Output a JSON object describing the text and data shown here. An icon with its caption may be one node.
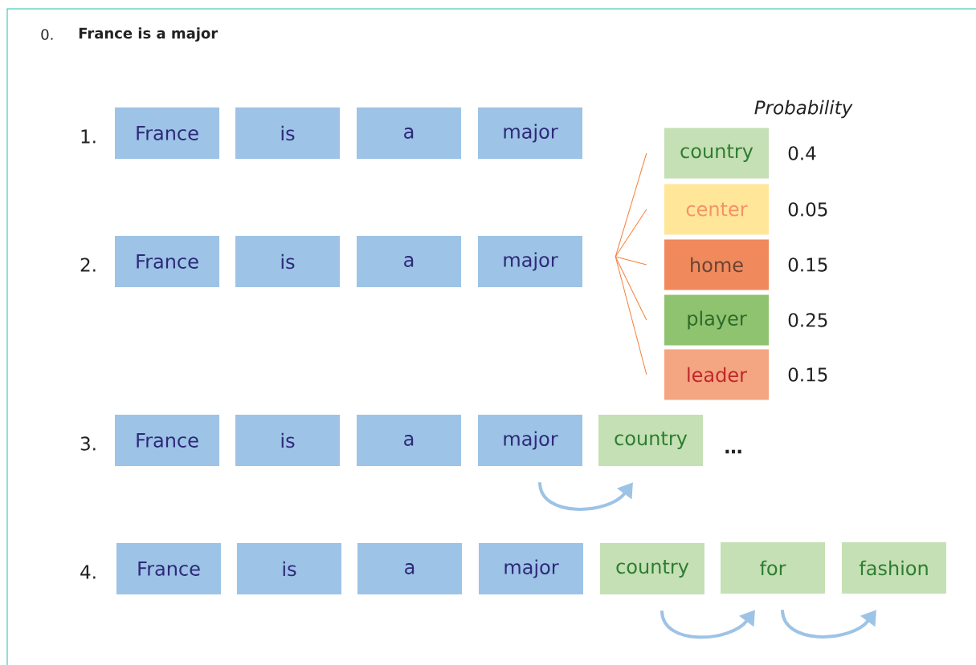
{
  "diagram": {
    "title": "France is a major",
    "nodes": [
      {
        "text": [
          "France"
        ]
      },
      {
        "text": [
          "is"
        ]
      },
      {
        "text": [
          "a"
        ]
      },
      {
        "text": [
          "major"
        ]
      },
      {
        "text": [
          "France"
        ]
      },
      {
        "text": [
          "is"
        ]
      },
      {
        "text": [
          "a"
        ]
      },
      {
        "text": [
          "major"
        ]
      },
      {
        "text": [
          "country"
        ],
        "beside": [
          "0.4"
        ]
      },
      {
        "text": [
          "center"
        ],
        "beside": [
          "0.05"
        ]
      },
      {
        "text": [
          "home"
        ],
        "beside": [
          "0.15"
        ]
      },
      {
        "text": [
          "player"
        ],
        "beside": [
          "0.25"
        ]
      },
      {
        "text": [
          "leader"
        ],
        "beside": [
          "0.15"
        ]
      },
      {
        "text": [
          "France"
        ]
      },
      {
        "text": [
          "is"
        ]
      },
      {
        "text": [
          "a"
        ]
      },
      {
        "text": [
          "major"
        ]
      },
      {
        "text": [
          "country"
        ]
      },
      {
        "text": [
          "France"
        ]
      },
      {
        "text": [
          "is"
        ]
      },
      {
        "text": [
          "a"
        ]
      },
      {
        "text": [
          "major"
        ]
      },
      {
        "text": [
          "country"
        ]
      },
      {
        "text": [
          "for"
        ]
      },
      {
        "text": [
          "fashion"
        ]
      }
    ],
    "edges": [
      {
        "from": 7,
        "to": 8,
        "arrow": "none"
      },
      {
        "from": 7,
        "to": 9,
        "arrow": "none"
      },
      {
        "from": 7,
        "to": 10,
        "arrow": "none"
      },
      {
        "from": 7,
        "to": 11,
        "arrow": "none"
      },
      {
        "from": 7,
        "to": 12,
        "arrow": "none"
      },
      {
        "from": 16,
        "to": 17,
        "arrow": "to",
        "style": "thick",
        "color": "#9dc3e6"
      },
      {
        "from": 22,
        "to": 23,
        "arrow": "to",
        "style": "thick",
        "color": "#9dc3e6"
      },
      {
        "from": 23,
        "to": 24,
        "arrow": "to",
        "style": "thick",
        "color": "#9dc3e6"
      }
    ],
    "labels": [
      "0.",
      "1.",
      "Probability",
      "2.",
      "3.",
      "…",
      "4."
    ]
  }
}
